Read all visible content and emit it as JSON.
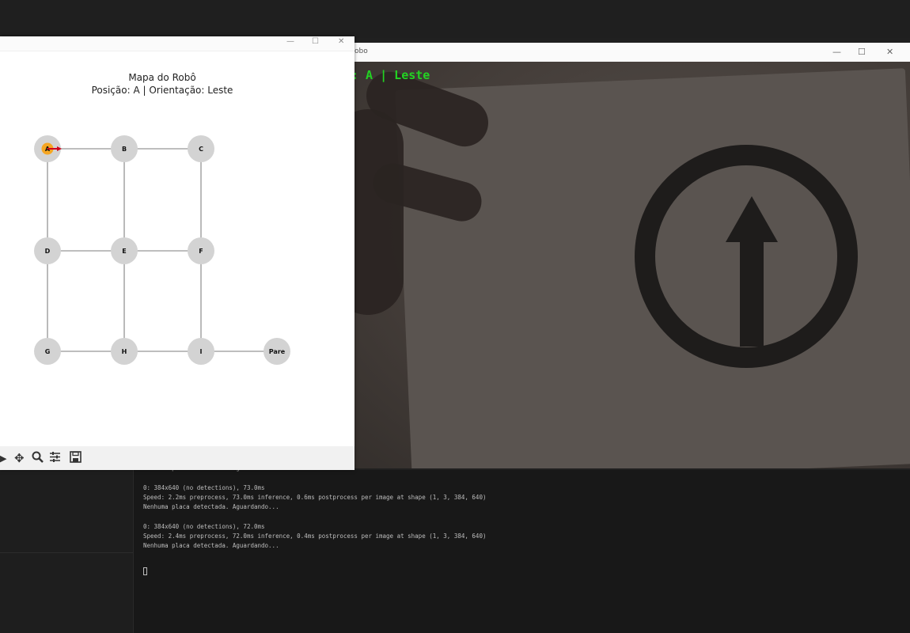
{
  "camera_window": {
    "title": "obo",
    "overlay_text": ": A | Leste",
    "controls": [
      "—",
      "☐",
      "✕"
    ]
  },
  "map_window": {
    "controls": [
      "—",
      "☐",
      "✕"
    ],
    "title": "Mapa do Robô",
    "subtitle": "Posição: A | Orientação: Leste",
    "robot": {
      "node": "A",
      "orientation": "Leste",
      "color": "#f5a623",
      "arrow_color": "#d0021b"
    },
    "nodes": [
      {
        "id": "A",
        "label": "A"
      },
      {
        "id": "B",
        "label": "B"
      },
      {
        "id": "C",
        "label": "C"
      },
      {
        "id": "D",
        "label": "D"
      },
      {
        "id": "E",
        "label": "E"
      },
      {
        "id": "F",
        "label": "F"
      },
      {
        "id": "G",
        "label": "G"
      },
      {
        "id": "H",
        "label": "H"
      },
      {
        "id": "I",
        "label": "I"
      },
      {
        "id": "Pare",
        "label": "Pare"
      }
    ],
    "edges": [
      [
        "A",
        "B"
      ],
      [
        "B",
        "C"
      ],
      [
        "A",
        "D"
      ],
      [
        "B",
        "E"
      ],
      [
        "C",
        "F"
      ],
      [
        "D",
        "E"
      ],
      [
        "E",
        "F"
      ],
      [
        "D",
        "G"
      ],
      [
        "E",
        "H"
      ],
      [
        "F",
        "I"
      ],
      [
        "G",
        "H"
      ],
      [
        "H",
        "I"
      ],
      [
        "I",
        "Pare"
      ]
    ],
    "node_color": "#d3d3d3",
    "edge_color": "#a9a9a9"
  },
  "toolbar": {
    "icons": [
      "forward-icon",
      "move-icon",
      "zoom-icon",
      "configure-icon",
      "save-icon"
    ]
  },
  "terminal": {
    "lines": [
      "Nenhuma placa detectada. Aguardando...",
      "",
      "0: 384x640 (no detections), 73.0ms",
      "Speed: 2.2ms preprocess, 73.0ms inference, 0.6ms postprocess per image at shape (1, 3, 384, 640)",
      "Nenhuma placa detectada. Aguardando...",
      "",
      "0: 384x640 (no detections), 72.0ms",
      "Speed: 2.4ms preprocess, 72.0ms inference, 0.4ms postprocess per image at shape (1, 3, 384, 640)",
      "Nenhuma placa detectada. Aguardando..."
    ]
  }
}
